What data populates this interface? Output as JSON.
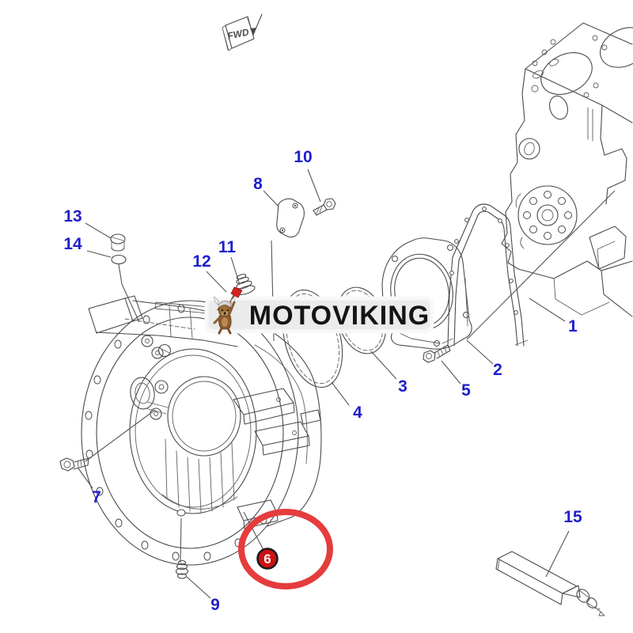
{
  "page": {
    "background_color": "#ffffff"
  },
  "direction_marker": {
    "label": "FWD"
  },
  "watermark": {
    "brand": "MOTOVIKING",
    "bar_color": "#ebebeb",
    "text_color": "#141414",
    "mascot": "viking-dog"
  },
  "annotation": {
    "highlighted_part": "6",
    "circle_color": "#e53c3c",
    "badge_fill": "#cd1113",
    "badge_ring_color": "#1a1a1a",
    "badge_text_color": "#ffffff"
  },
  "labels": {
    "color": "#1e1ecb"
  },
  "parts": [
    {
      "num": "1"
    },
    {
      "num": "2"
    },
    {
      "num": "3"
    },
    {
      "num": "4"
    },
    {
      "num": "5"
    },
    {
      "num": "6"
    },
    {
      "num": "7"
    },
    {
      "num": "8"
    },
    {
      "num": "9"
    },
    {
      "num": "10"
    },
    {
      "num": "11"
    },
    {
      "num": "12"
    },
    {
      "num": "13"
    },
    {
      "num": "14"
    },
    {
      "num": "15"
    }
  ]
}
